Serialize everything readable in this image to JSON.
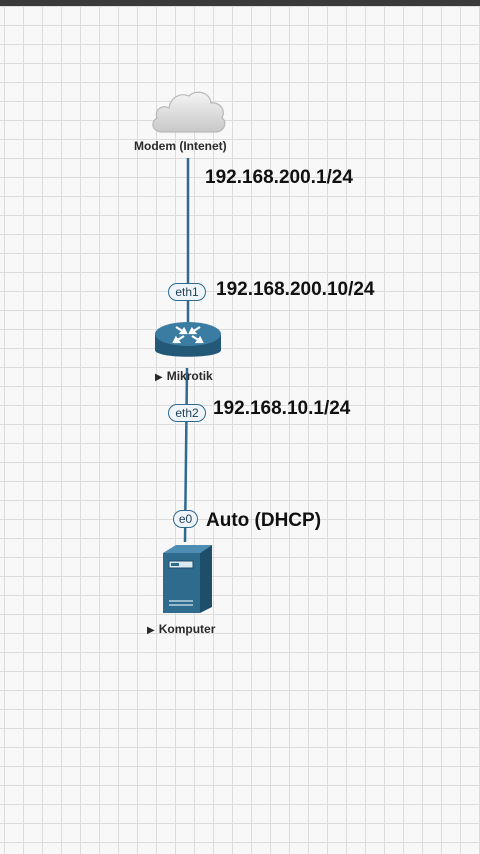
{
  "nodes": {
    "modem": {
      "label": "Modem (Intenet)",
      "icon": "cloud-icon"
    },
    "router": {
      "label": "Mikrotik",
      "icon": "router-icon"
    },
    "computer": {
      "label": "Komputer",
      "icon": "server-icon"
    }
  },
  "interfaces": {
    "modem_ip": "192.168.200.1/24",
    "eth1": {
      "port": "eth1",
      "ip": "192.168.200.10/24"
    },
    "eth2": {
      "port": "eth2",
      "ip": "192.168.10.1/24"
    },
    "e0": {
      "port": "e0",
      "ip": "Auto (DHCP)"
    }
  },
  "colors": {
    "link": "#2e6a8f",
    "device": "#2f6b8c",
    "cloud": "#d9d9d9"
  }
}
